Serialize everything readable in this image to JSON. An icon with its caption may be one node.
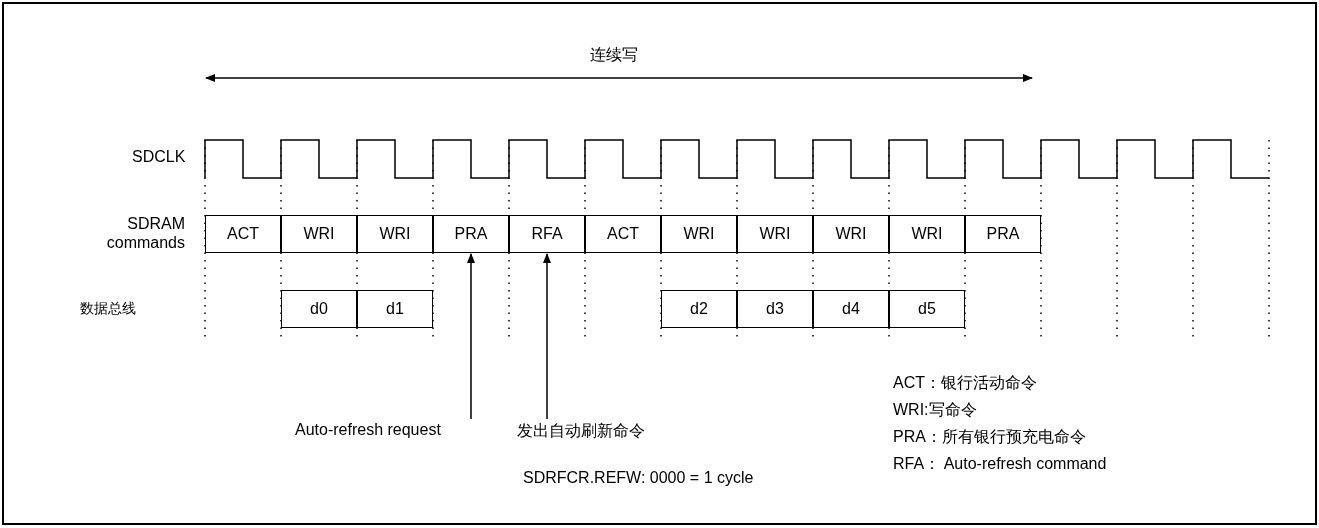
{
  "diagram": {
    "nodes": [
      {
        "text": [
          "ACT"
        ]
      },
      {
        "text": [
          "WRI"
        ]
      },
      {
        "text": [
          "WRI"
        ]
      },
      {
        "text": [
          "PRA"
        ]
      },
      {
        "text": [
          "RFA"
        ]
      },
      {
        "text": [
          "ACT"
        ]
      },
      {
        "text": [
          "WRI"
        ]
      },
      {
        "text": [
          "WRI"
        ]
      },
      {
        "text": [
          "WRI"
        ]
      },
      {
        "text": [
          "WRI"
        ]
      },
      {
        "text": [
          "PRA"
        ]
      },
      {
        "text": [
          "d0"
        ]
      },
      {
        "text": [
          "d1"
        ]
      },
      {
        "text": [
          "d2"
        ]
      },
      {
        "text": [
          "d3"
        ]
      },
      {
        "text": [
          "d4"
        ]
      },
      {
        "text": [
          "d5"
        ]
      },
      {
        "text": [
          "Auto-refresh request"
        ]
      },
      {
        "text": [
          "发出自动刷新命令"
        ]
      }
    ],
    "edges": [
      {
        "from": 17,
        "to": 3,
        "arrow": "to"
      },
      {
        "from": 18,
        "to": 4,
        "arrow": "to"
      }
    ],
    "labels": [
      "连续写",
      "SDCLK",
      "SDRAM commands",
      "数据总线",
      "ACT：银行活动命令",
      "WRI:写命令",
      "PRA：所有银行预充电命令",
      "RFA： Auto-refresh command",
      "SDRFCR.REFW: 0000 = 1 cycle"
    ]
  }
}
